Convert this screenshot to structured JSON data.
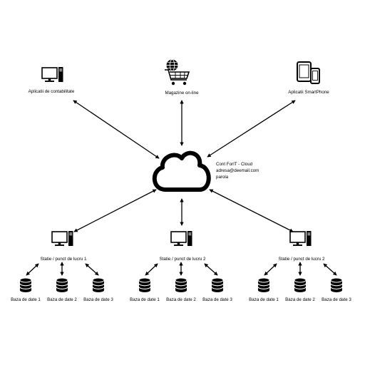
{
  "top_nodes": {
    "accounting": {
      "label": "Aplicatii de contabilitate",
      "icon": "desktop-computer-icon"
    },
    "shop": {
      "label": "Magazine on-line",
      "icon": "shopping-cart-globe-icon"
    },
    "phone": {
      "label": "Aplicatii SmartPhone",
      "icon": "tablet-smartphone-icon"
    }
  },
  "cloud": {
    "icon": "cloud-icon",
    "lines": [
      "Cont ForIT - Cloud",
      "adresa@deemail.com",
      "parola"
    ]
  },
  "stations": [
    {
      "label": "Statie / punct de lucru 1",
      "icon": "desktop-computer-icon",
      "databases": [
        "Baza de date 1",
        "Baza de date 2",
        "Baza de date 3"
      ]
    },
    {
      "label": "Statie / punct de lucru 2",
      "icon": "desktop-computer-icon",
      "databases": [
        "Baza de date 1",
        "Baza de date 2",
        "Baza de date 3"
      ]
    },
    {
      "label": "Statie / punct de lucru 2",
      "icon": "desktop-computer-icon",
      "databases": [
        "Baza de date 1",
        "Baza de date 2",
        "Baza de date 3"
      ]
    }
  ]
}
